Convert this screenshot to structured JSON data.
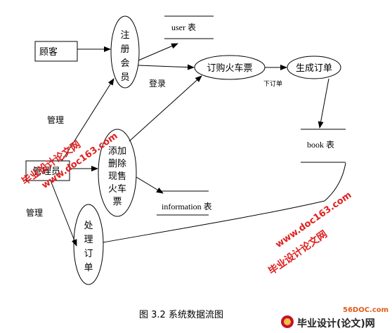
{
  "diagram": {
    "entities": {
      "customer": "顾客",
      "admin": "管理员"
    },
    "processes": {
      "register": [
        "注",
        "册",
        "会",
        "员"
      ],
      "add_tickets": [
        "添加",
        "删除",
        "现售",
        "火车",
        "票"
      ],
      "process_order": [
        "处",
        "理",
        "订",
        "单"
      ],
      "book_ticket": "订购火车票",
      "create_order": "生成订单"
    },
    "stores": {
      "user": "user 表",
      "book": "book 表",
      "information": "information 表"
    },
    "flow_labels": {
      "login": "登录",
      "place_order": "下订单",
      "manage_1": "管理",
      "manage_2": "管理"
    },
    "caption": "图 3.2 系统数据流图"
  },
  "watermarks": {
    "line1": "毕业设计论文网",
    "line2": "www.doc163.com",
    "bottom_logo_small": "56DOC.com",
    "bottom_logo_large": "毕业设计(论文)网"
  }
}
